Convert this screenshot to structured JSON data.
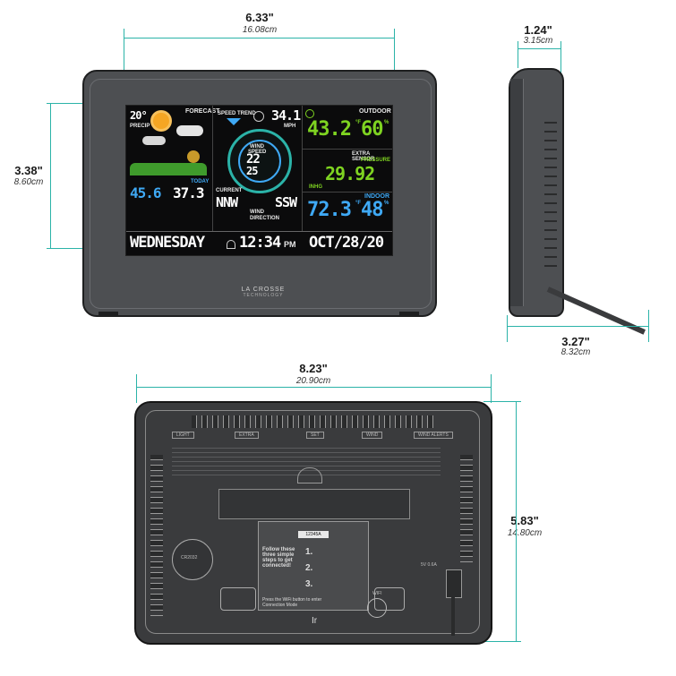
{
  "dimensions": {
    "front_width_in": "6.33\"",
    "front_width_cm": "16.08cm",
    "front_height_in": "3.38\"",
    "front_height_cm": "8.60cm",
    "side_depth_in": "1.24\"",
    "side_depth_cm": "3.15cm",
    "stand_depth_in": "3.27\"",
    "stand_depth_cm": "8.32cm",
    "back_width_in": "8.23\"",
    "back_width_cm": "20.90cm",
    "back_height_in": "5.83\"",
    "back_height_cm": "14.80cm"
  },
  "display": {
    "outdoor_temp_unit": "20°",
    "precip_label": "PRECIP",
    "forecast_label": "FORECAST",
    "speed_trend_label": "SPEED TREND",
    "wind_gust": "34.1",
    "wind_gust_unit": "MPH",
    "wind_label": "WIND",
    "speed_label": "SPEED",
    "wind_speed_top": "22",
    "wind_speed_bottom": "25",
    "outdoor_label": "OUTDOOR",
    "outdoor_temp": "43.2",
    "outdoor_temp_deg": "°F",
    "outdoor_humidity": "60",
    "outdoor_humidity_unit": "%",
    "extra_sensor_label": "EXTRA SENSOR",
    "pressure_label": "PRESSURE",
    "pressure_value": "29.92",
    "pressure_unit": "INHG",
    "today_label": "TODAY",
    "today_low": "45.6",
    "today_high": "37.3",
    "current_label": "CURRENT",
    "current_dir": "NNW",
    "wind_direction_label": "WIND DIRECTION",
    "prev_dir": "SSW",
    "indoor_label": "INDOOR",
    "indoor_temp": "72.3",
    "indoor_temp_deg": "°F",
    "indoor_humidity": "48",
    "indoor_humidity_unit": "%",
    "day": "WEDNESDAY",
    "time": "12:34",
    "time_suffix": "PM",
    "date": "OCT/28/20"
  },
  "brand": {
    "name": "LA CROSSE",
    "sub": "TECHNOLOGY"
  },
  "back": {
    "buttons": [
      "LIGHT",
      "EXTRA",
      "SET",
      "WIND",
      "WIND ALERTS"
    ],
    "steps_title": "Follow these three simple steps to get connected!",
    "serial": "12345A",
    "wifi_label": "WIFI",
    "wifi_note": "Press the WiFi button to enter Connection Mode",
    "battery_label": "CR2032",
    "power_label": "5V 0.6A"
  },
  "colors": {
    "teal_dim": "#2bb3a8",
    "display_green": "#7ed321",
    "display_blue": "#3fa9f5",
    "display_white": "#ffffff"
  }
}
